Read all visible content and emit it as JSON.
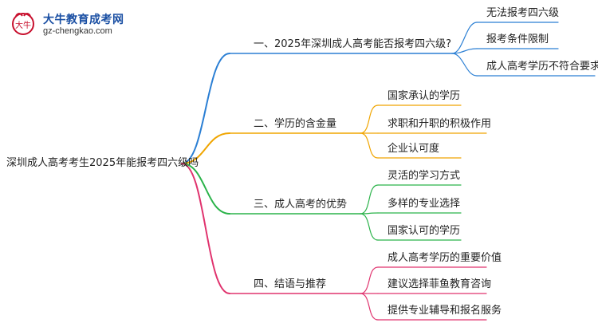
{
  "logo": {
    "title": "大牛教育成考网",
    "url": "gz-chengkao.com",
    "mark_text": "大牛"
  },
  "root": "深圳成人高考考生2025年能报考四六级吗",
  "branches": [
    {
      "label": "一、2025年深圳成人高考能否报考四六级?",
      "color": "#2b7fd4",
      "children": [
        "无法报考四六级",
        "报考条件限制",
        "成人高考学历不符合要求"
      ]
    },
    {
      "label": "二、学历的含金量",
      "color": "#f0a500",
      "children": [
        "国家承认的学历",
        "求职和升职的积极作用",
        "企业认可度"
      ]
    },
    {
      "label": "三、成人高考的优势",
      "color": "#2bb34a",
      "children": [
        "灵活的学习方式",
        "多样的专业选择",
        "国家认可的学历"
      ]
    },
    {
      "label": "四、结语与推荐",
      "color": "#e0336e",
      "children": [
        "成人高考学历的重要价值",
        "建议选择菲鱼教育咨询",
        "提供专业辅导和报名服务"
      ]
    }
  ]
}
